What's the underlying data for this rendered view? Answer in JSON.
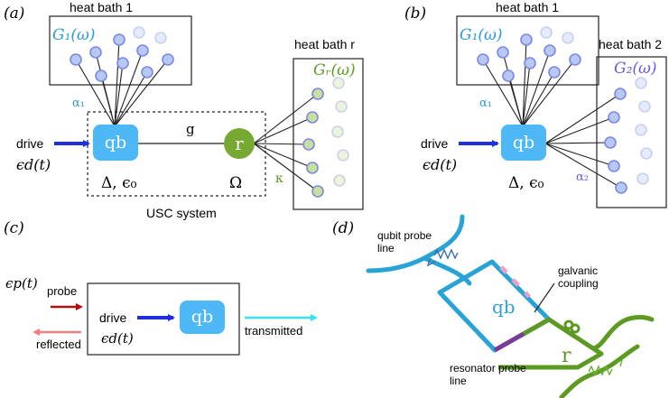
{
  "panel_a": {
    "label": "(a)",
    "bath1_title": "heat bath 1",
    "bath1_density": "G₁(ω)",
    "bathr_title": "heat bath r",
    "bathr_density": "Gᵣ(ω)",
    "alpha1": "α₁",
    "kappa": "κ",
    "coupling": "g",
    "qubit": "qb",
    "resonator": "r",
    "drive": "drive",
    "drive_amp": "ϵd(t)",
    "qubit_params": "Δ, ϵ₀",
    "resonator_freq": "Ω",
    "system_label": "USC system"
  },
  "panel_b": {
    "label": "(b)",
    "bath1_title": "heat bath 1",
    "bath1_density": "G₁(ω)",
    "bath2_title": "heat bath 2",
    "bath2_density": "G₂(ω)",
    "alpha1": "α₁",
    "alpha2": "α₂",
    "qubit": "qb",
    "drive": "drive",
    "drive_amp": "ϵd(t)",
    "qubit_params": "Δ, ϵ₀"
  },
  "panel_c": {
    "label": "(c)",
    "probe_amp": "ϵp(t)",
    "probe": "probe",
    "reflected": "reflected",
    "drive": "drive",
    "drive_amp": "ϵd(t)",
    "qubit": "qb",
    "transmitted": "transmitted"
  },
  "panel_d": {
    "label": "(d)",
    "qubit_probe_line": [
      "qubit probe",
      "line"
    ],
    "galvanic_coupling": [
      "galvanic",
      "coupling"
    ],
    "resonator_probe_line": [
      "resonator probe",
      "line"
    ],
    "qubit": "qb",
    "resonator": "r"
  },
  "colors": {
    "qubit": "#4db8f5",
    "resonator": "#76a832",
    "drive_arrow": "#1f2fe0",
    "alpha1_text": "#2a9ad8",
    "alpha2_text": "#6a5ae0",
    "probe_arrow": "#b01010",
    "reflected_arrow": "#f08080",
    "transmitted_arrow": "#36e0f0",
    "bath_node_blue": "#b8c8f4",
    "bath_node_green": "#c8e09a"
  }
}
